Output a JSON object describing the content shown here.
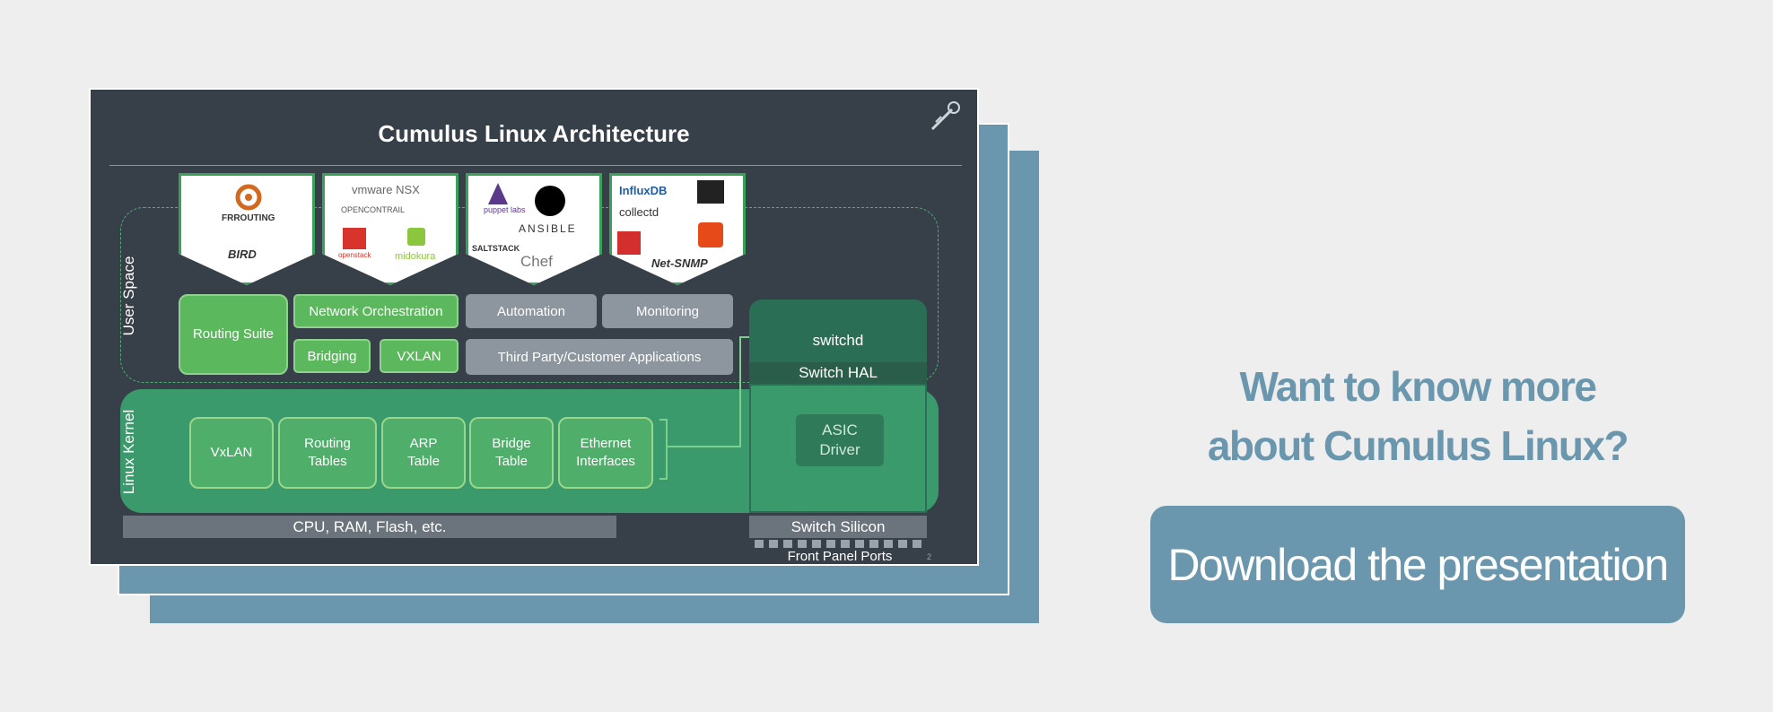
{
  "slide": {
    "title": "Cumulus Linux Architecture",
    "page_number": "2",
    "user_space_label": "User Space",
    "linux_kernel_label": "Linux Kernel",
    "logos": {
      "routing": [
        "FRROUTING",
        "BIRD"
      ],
      "orchestration": [
        "vmware NSX",
        "OPENCONTRAIL",
        "openstack",
        "midokura"
      ],
      "automation": [
        "puppet labs",
        "ANSIBLE",
        "SALTSTACK",
        "Chef"
      ],
      "monitoring": [
        "InfluxDB",
        "collectd",
        "Net-SNMP"
      ]
    },
    "user_space_blocks": {
      "routing_suite": "Routing Suite",
      "network_orchestration": "Network Orchestration",
      "automation": "Automation",
      "monitoring": "Monitoring",
      "bridging": "Bridging",
      "vxlan": "VXLAN",
      "third_party": "Third Party/Customer Applications"
    },
    "kernel_blocks": [
      "VxLAN",
      "Routing Tables",
      "ARP Table",
      "Bridge Table",
      "Ethernet Interfaces"
    ],
    "switch": {
      "switchd": "switchd",
      "hal": "Switch HAL",
      "asic": "ASIC Driver",
      "silicon": "Switch Silicon",
      "front_panel": "Front Panel Ports"
    },
    "hardware_bar": "CPU, RAM, Flash, etc."
  },
  "cta": {
    "line1": "Want to know more",
    "line2": "about Cumulus Linux?",
    "button_label": "Download the presentation"
  },
  "colors": {
    "accent": "#6a97ad",
    "slide_bg": "#373f48",
    "green": "#5cb85c",
    "kernel_green": "#3a9a6c"
  }
}
